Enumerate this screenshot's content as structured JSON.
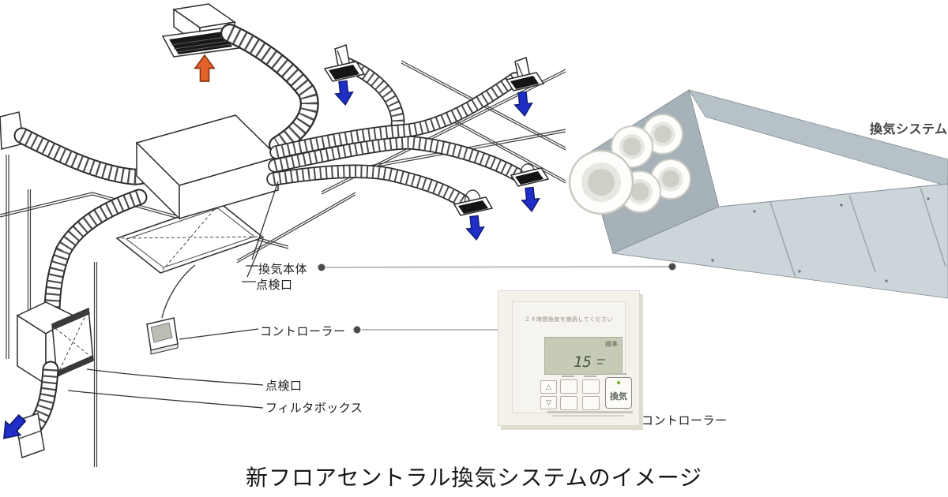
{
  "diagram": {
    "labels": {
      "main_unit": "換気本体",
      "inspection_port_top": "点検口",
      "controller": "コントローラー",
      "inspection_port_bottom": "点検口",
      "filter_box": "フィルタボックス"
    }
  },
  "photos": {
    "unit_label": "換気システム",
    "controller_label": "コントローラー"
  },
  "controller_panel": {
    "caution": "２４時間換気を継続してください",
    "mode": "標準",
    "value": "15",
    "up": "△",
    "down": "▽",
    "fan_button": "換気"
  },
  "caption": "新フロアセントラル換気システムのイメージ",
  "colors": {
    "exhaust_arrow": "#e2622b",
    "supply_arrow": "#1e2ec6",
    "leader_line": "#bcbcbc",
    "unit_body_gray": "#a6b1b8",
    "lcd_green": "#c6cbb6"
  }
}
